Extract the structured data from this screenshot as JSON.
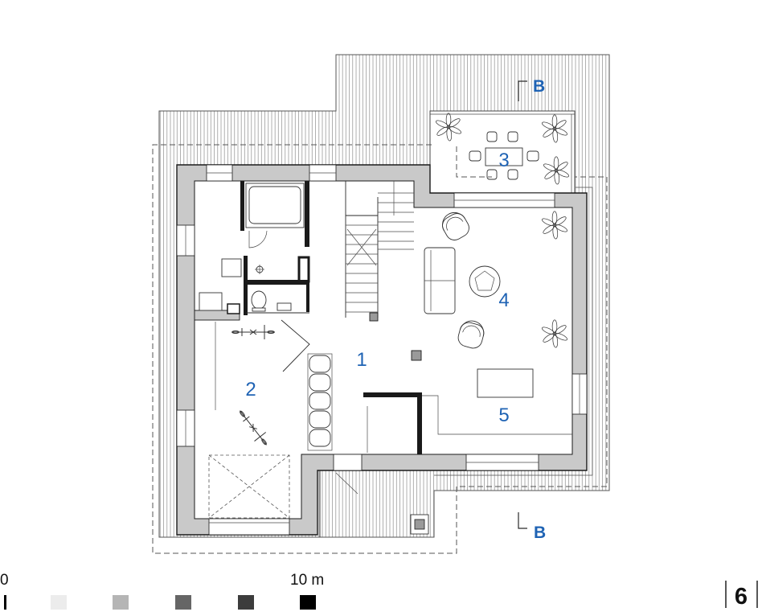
{
  "drawing": {
    "section_markers": [
      {
        "label": "B"
      },
      {
        "label": "B"
      }
    ],
    "rooms": [
      {
        "number": "1"
      },
      {
        "number": "2"
      },
      {
        "number": "3"
      },
      {
        "number": "4"
      },
      {
        "number": "5"
      }
    ],
    "scale_bar": {
      "start_label": "0",
      "end_label": "10 m",
      "tick_color": "#000000",
      "swatches": [
        {
          "color": "#ececec"
        },
        {
          "color": "#b5b5b5"
        },
        {
          "color": "#666666"
        },
        {
          "color": "#3c3c3c"
        },
        {
          "color": "#000000"
        }
      ]
    },
    "page_number": "6"
  },
  "colors": {
    "label_blue": "#1f63b4",
    "wall_fill": "#c9c9c9"
  }
}
